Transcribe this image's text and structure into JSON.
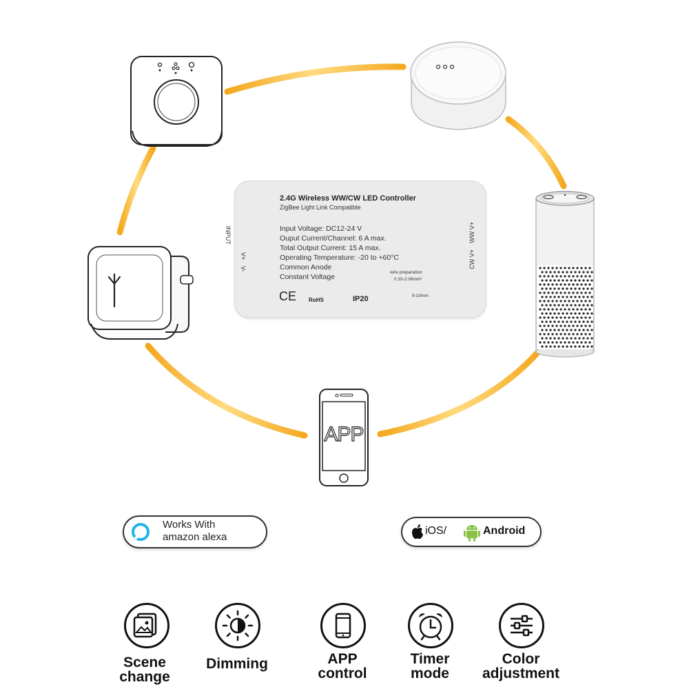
{
  "controller": {
    "title": "2.4G Wireless WW/CW LED Controller",
    "subtitle": "ZigBee Light Link Compatible",
    "specs": [
      "Input Voltage: DC12-24 V",
      "Ouput Current/Channel: 6 A max.",
      "Total Output Current:  15 A max.",
      "Operating Temperature: -20 to +60°C",
      "Common Anode",
      "Constant Voltage"
    ],
    "input_label": "INPUT",
    "v_plus": "V+",
    "v_minus": "V-",
    "out_ww_v": "WW V+",
    "out_cw_v": "CW V+",
    "cert_ce": "CE",
    "cert_rohs": "RoHS",
    "cert_ip": "IP20",
    "wire_title": "wire preparation",
    "wire_size": "0.33-2.08mm²",
    "wire_length": "9-10mm"
  },
  "phone_app_text": "APP",
  "badges": {
    "alexa_line1": "Works With",
    "alexa_line2": "amazon alexa",
    "ios": "iOS/",
    "android": "Android"
  },
  "features": [
    {
      "line1": "Scene",
      "line2": "change",
      "icon": "scene-icon"
    },
    {
      "line1": "Dimming",
      "line2": "",
      "icon": "dimming-icon"
    },
    {
      "line1": "APP",
      "line2": "control",
      "icon": "phone-icon"
    },
    {
      "line1": "Timer",
      "line2": "mode",
      "icon": "alarm-clock-icon"
    },
    {
      "line1": "Color",
      "line2": "adjustment",
      "icon": "sliders-icon"
    }
  ],
  "colors": {
    "arc_light": "#ffd97a",
    "arc_dark": "#f2a51c",
    "alexa_blue": "#20b4e8",
    "android_green": "#8bc34a"
  }
}
